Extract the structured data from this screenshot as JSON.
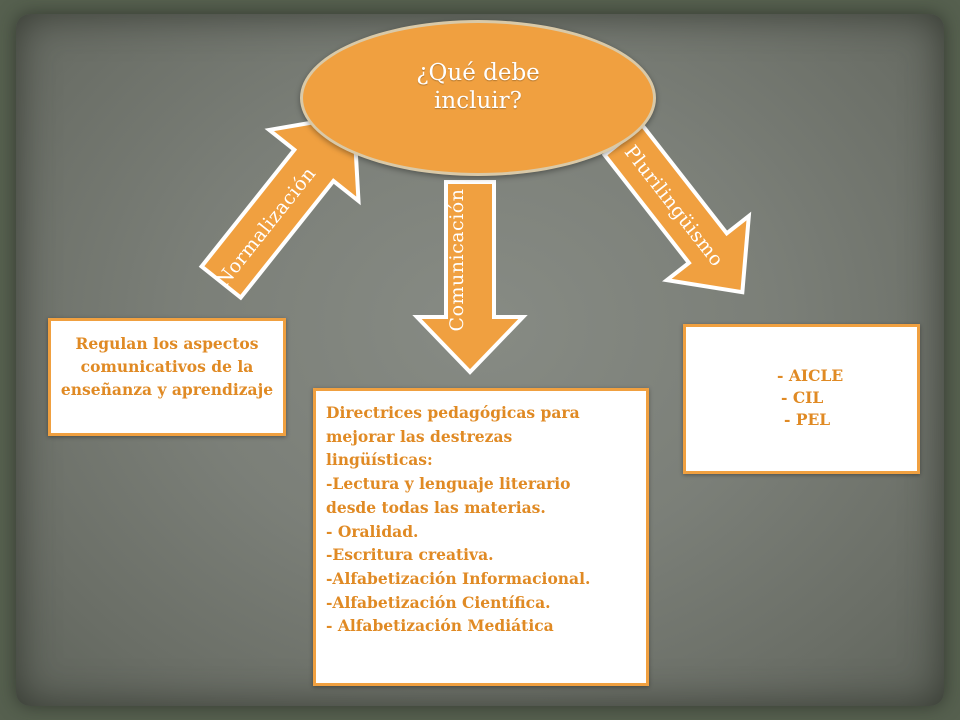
{
  "central": {
    "title": "¿Qué debe incluir?"
  },
  "arrows": {
    "left": "Normalización",
    "center": "Comunicación",
    "right": "Plurilingüismo"
  },
  "boxes": {
    "left": {
      "text": "Regulan los aspectos comunicativos de la enseñanza y aprendizaje"
    },
    "center": {
      "lines": [
        "Directrices pedagógicas para",
        "mejorar las destrezas",
        "lingüísticas:",
        "-Lectura y lenguaje literario",
        "desde todas las materias.",
        "- Oralidad.",
        "-Escritura creativa.",
        "-Alfabetización Informacional.",
        "-Alfabetización Científica.",
        "- Alfabetización Mediática"
      ]
    },
    "right": {
      "lines": [
        "- AICLE",
        "- CIL",
        "- PEL"
      ]
    }
  },
  "colors": {
    "accent": "#f0a040",
    "text": "#e08a24",
    "background": "#7b7f78",
    "arrow_outline": "#ffffff"
  }
}
